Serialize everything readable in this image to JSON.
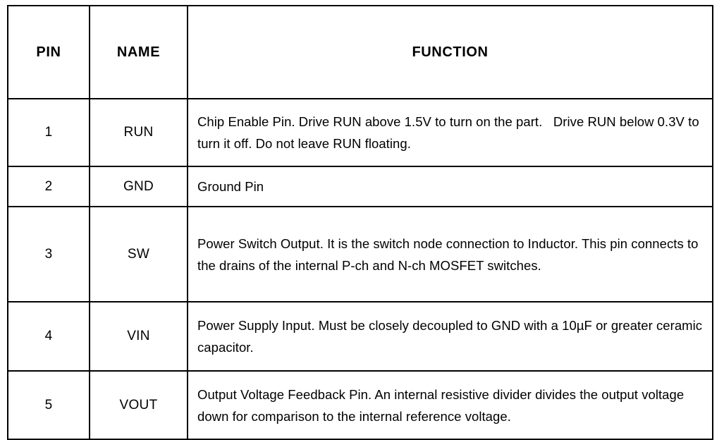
{
  "table": {
    "headers": {
      "pin": "PIN",
      "name": "NAME",
      "function": "FUNCTION"
    },
    "rows": [
      {
        "pin": "1",
        "name": "RUN",
        "function": "Chip Enable Pin. Drive RUN above 1.5V to turn on the part.   Drive RUN below 0.3V to turn it off. Do not leave RUN floating."
      },
      {
        "pin": "2",
        "name": "GND",
        "function": "Ground Pin"
      },
      {
        "pin": "3",
        "name": "SW",
        "function": "Power Switch Output. It is the switch node connection to Inductor. This pin connects to the drains of the internal P-ch and N-ch MOSFET switches."
      },
      {
        "pin": "4",
        "name": "VIN",
        "function": "Power Supply Input. Must be closely decoupled to GND with a 10µF or greater ceramic capacitor."
      },
      {
        "pin": "5",
        "name": "VOUT",
        "function": "Output Voltage Feedback Pin. An internal resistive divider divides the output voltage down for comparison to the internal reference voltage."
      }
    ]
  },
  "style": {
    "border_color": "#000000",
    "text_color": "#000000",
    "background_color": "#ffffff"
  }
}
